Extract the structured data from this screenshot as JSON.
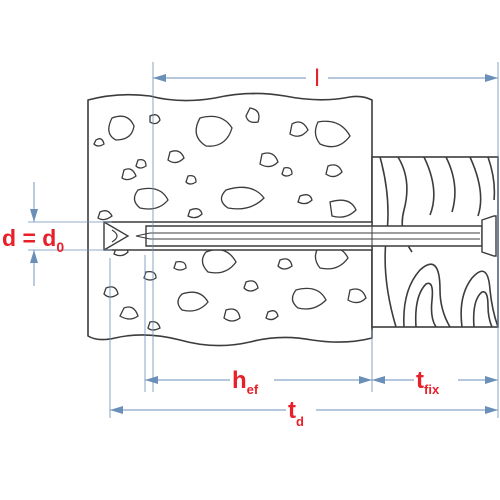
{
  "labels": {
    "length": "l",
    "diameter_main": "d = d",
    "diameter_sub": "0",
    "embed_main": "h",
    "embed_sub": "ef",
    "fixture_main": "t",
    "fixture_sub": "fix",
    "drill_main": "t",
    "drill_sub": "d"
  },
  "colors": {
    "label": "#e8202a",
    "dimension_line": "#6a8fb8",
    "outline": "#3c3c3c",
    "concrete_fill": "#ffffff"
  }
}
